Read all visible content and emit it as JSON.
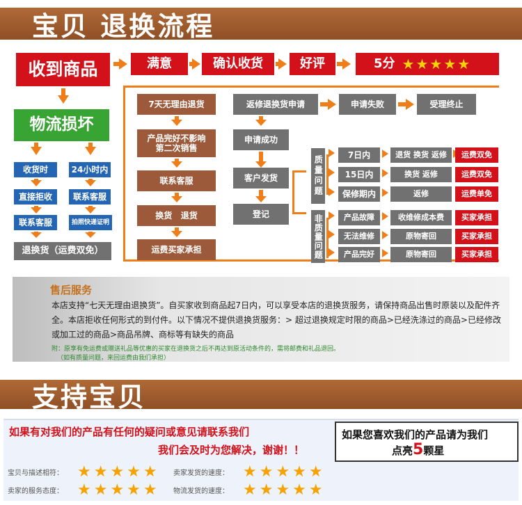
{
  "banner1": {
    "title": "宝贝  退换流程"
  },
  "flow": {
    "received": "收到商品",
    "satisfied": "满意",
    "confirm": "确认收货",
    "good_review": "好评",
    "score": "5分",
    "damaged": "物流损坏",
    "on_delivery": "收货时",
    "within_24h": "24小时内",
    "reject": "直接拒收",
    "contact_cs_right": "联系客服",
    "contact_cs_left": "联系客服",
    "photo_proof": "拍照快递证明",
    "exchange_free": "退换货（运费双免）",
    "no_reason": "7天无理由退货",
    "intact": "产品完好不影响第二次销售",
    "contact_cs_mid": "联系客服",
    "exchange_return": "换货   退货",
    "buyer_pays": "运费买家承担",
    "repair_apply": "返修退换货申请",
    "apply_fail": "申请失败",
    "accept_stop": "受理终止",
    "apply_success": "申请成功",
    "customer_ship": "客户发货",
    "register": "登记",
    "quality_issue": "质量问题",
    "non_quality": "非质量问题",
    "q_rows": [
      {
        "cond": "7日内",
        "action": "退货 换货 返修",
        "fee": "运费双免"
      },
      {
        "cond": "15日内",
        "action": "换货 返修",
        "fee": "运费双免"
      },
      {
        "cond": "保修期内",
        "action": "返修",
        "fee": "运费单免"
      }
    ],
    "nq_rows": [
      {
        "cond": "产品故障",
        "action": "收维修成本费",
        "fee": "买家承担"
      },
      {
        "cond": "无法维修",
        "action": "原物寄回",
        "fee": "买家承担"
      },
      {
        "cond": "产品完好",
        "action": "原物寄回",
        "fee": "买家承担"
      }
    ]
  },
  "service": {
    "heading": "售后服务",
    "p1": "本店支持“七天无理由退换货”。自买家收到商品起7日内，可以享受本店的退换货服务，请保持商品出售时原装以及配件齐全。本店拒收任何形式的到付件。以下情况不提供退换货服务：> 超过退换规定时限的商品>已经洗涤过的商品>已经修改或加工过的商品>商品吊牌、商标等有缺失的商品",
    "note1": "附：原享有免运费或赠送礼品等优惠的买家在退换货之后不再达到原活动条件的，需将邮费和礼品退回。",
    "note2": "（如有质量问题，来回运费由我们承担）"
  },
  "banner2": {
    "title": "支持宝贝"
  },
  "support": {
    "line1": "如果有对我们的产品有任何的疑问或意见请联系我们",
    "line2": "我们会及时为您解决，谢谢！！",
    "right1": "如果您喜欢我们的产品请为我们",
    "right2a": "点亮",
    "right2b": "5",
    "right2c": "颗星",
    "ratings": [
      {
        "label": "宝贝与描述相符：",
        "stars": "★★★★★"
      },
      {
        "label": "卖家发货的速度：",
        "stars": "★★★★★"
      },
      {
        "label": "卖家的服务态度：",
        "stars": "★★★★★"
      },
      {
        "label": "物流发货的速度：",
        "stars": "★★★★★"
      }
    ]
  },
  "colors": {
    "accent": "#f07e18",
    "red": "#d2111a",
    "brown": "#9c5a3a",
    "gray": "#717171",
    "blue": "#2566b4",
    "green": "#38a434",
    "banner": "#9a5a2c"
  }
}
